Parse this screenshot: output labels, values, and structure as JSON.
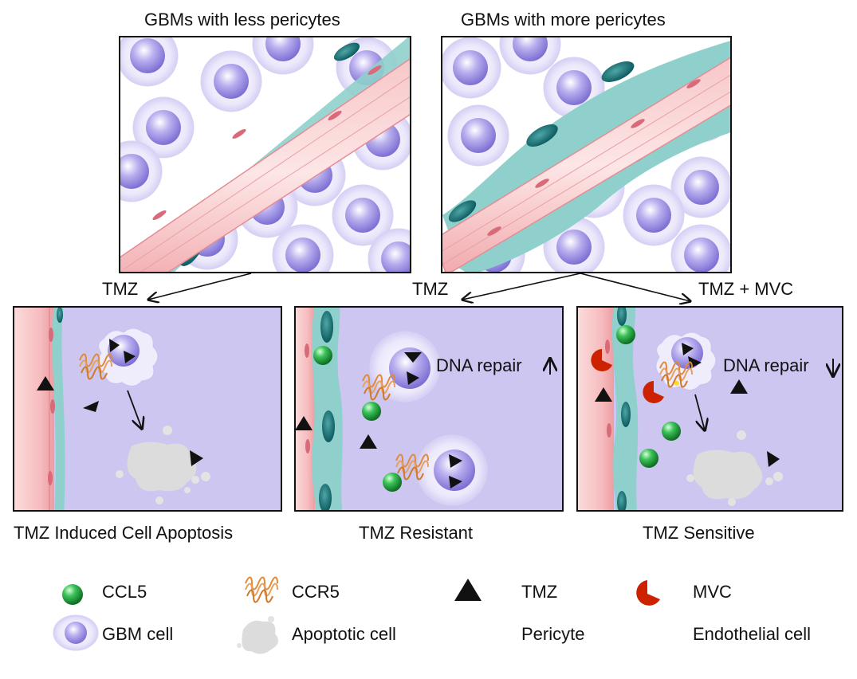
{
  "top": {
    "left_title": "GBMs with less pericytes",
    "right_title": "GBMs with more pericytes"
  },
  "arrows": {
    "left_label": "TMZ",
    "middle_label": "TMZ",
    "right_label": "TMZ + MVC"
  },
  "panels": {
    "apoptosis_caption": "TMZ Induced Cell Apoptosis",
    "resistant_caption": "TMZ Resistant",
    "resistant_dna": "DNA repair",
    "sensitive_caption": "TMZ Sensitive",
    "sensitive_dna": "DNA repair"
  },
  "legend": {
    "ccl5": "CCL5",
    "ccr5": "CCR5",
    "tmz": "TMZ",
    "mvc": "MVC",
    "gbm_cell": "GBM cell",
    "apoptotic_cell": "Apoptotic cell",
    "pericyte": "Pericyte",
    "endothelial_cell": "Endothelial cell"
  },
  "colors": {
    "panel_bg": "#cdc6f0",
    "vessel": "#f4b7b9",
    "pericyte": "#7fc6c4",
    "ccl5": "#2aa84a",
    "mvc": "#cc2200",
    "ccr5": "#e08a3a"
  }
}
